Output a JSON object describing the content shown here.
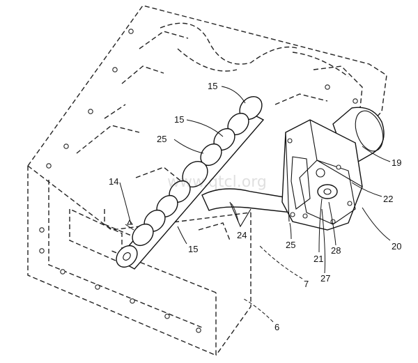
{
  "watermark": "www.qtcl.org",
  "labels": {
    "l15a": "15",
    "l15b": "15",
    "l25a": "25",
    "l14": "14",
    "l15c": "15",
    "l24": "24",
    "l25b": "25",
    "l19": "19",
    "l22": "22",
    "l20": "20",
    "l28": "28",
    "l21": "21",
    "l27": "27",
    "l7": "7",
    "l6": "6"
  }
}
